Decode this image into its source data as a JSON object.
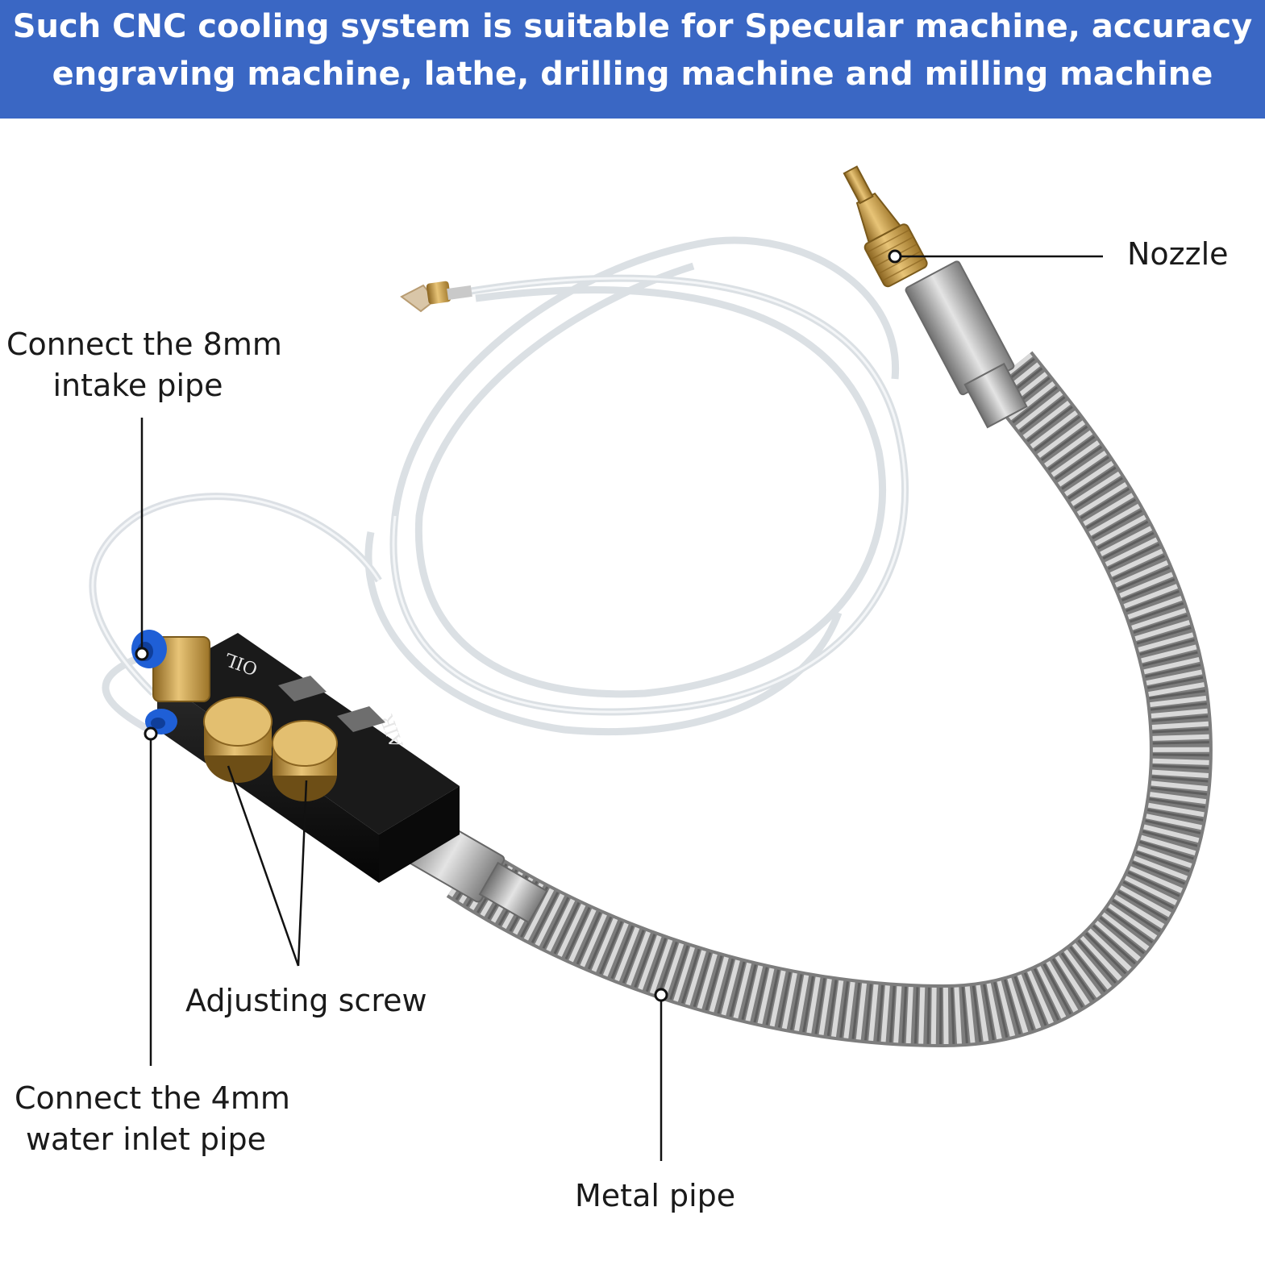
{
  "banner": {
    "line1": "Such CNC cooling system is suitable for Specular machine, accuracy",
    "line2": "engraving machine, lathe, drilling machine and milling machine",
    "background_color": "#3a67c4",
    "text_color": "#ffffff"
  },
  "labels": {
    "nozzle": "Nozzle",
    "intake_line1": "Connect the 8mm",
    "intake_line2": "intake pipe",
    "adjusting_screw": "Adjusting screw",
    "water_inlet_line1": "Connect the 4mm",
    "water_inlet_line2": "water inlet pipe",
    "metal_pipe": "Metal pipe"
  },
  "block_markings": {
    "oil": "OIL",
    "air": "AIR"
  },
  "colors": {
    "brass": "#c9a04a",
    "fitting_blue": "#1f5fd6",
    "metal": "#8f8f8f",
    "block": "#111111"
  }
}
